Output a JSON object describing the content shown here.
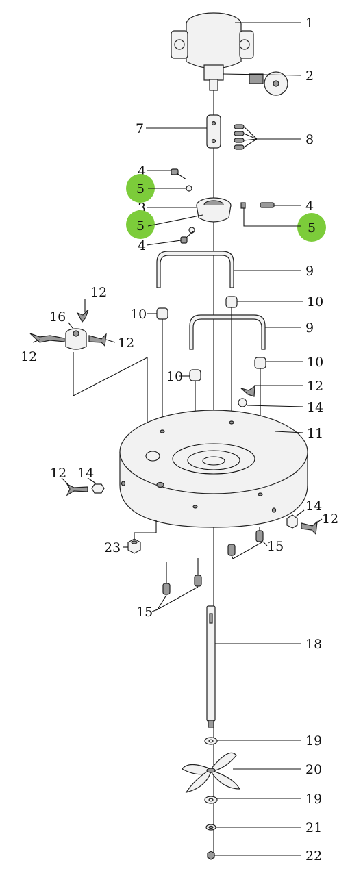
{
  "highlight_color": "#7ccc3a",
  "callouts": {
    "c1": "1",
    "c2": "2",
    "c3": "3",
    "c4a": "4",
    "c4b": "4",
    "c4c": "4",
    "c5a": "5",
    "c5b": "5",
    "c5c": "5",
    "c7": "7",
    "c8": "8",
    "c9a": "9",
    "c9b": "9",
    "c10a": "10",
    "c10b": "10",
    "c10c": "10",
    "c10d": "10",
    "c11": "11",
    "c12a": "12",
    "c12b": "12",
    "c12c": "12",
    "c12d": "12",
    "c12e": "12",
    "c12f": "12",
    "c14a": "14",
    "c14b": "14",
    "c14c": "14",
    "c15a": "15",
    "c15b": "15",
    "c16": "16",
    "c18": "18",
    "c19a": "19",
    "c19b": "19",
    "c20": "20",
    "c21": "21",
    "c22": "22",
    "c23": "23"
  }
}
